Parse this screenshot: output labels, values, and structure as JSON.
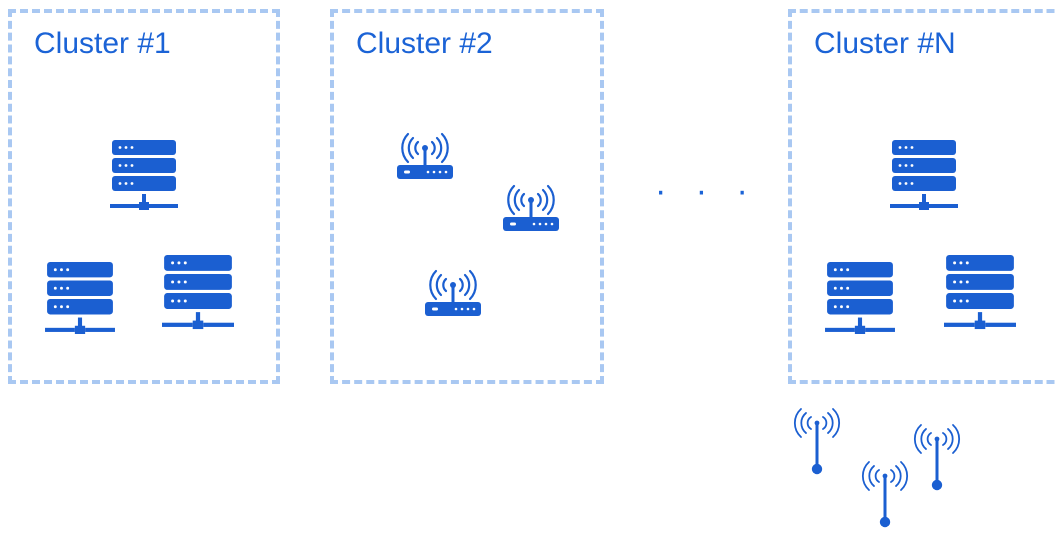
{
  "colors": {
    "icon": "#1b5fd1",
    "border": "#a9c8f2",
    "title": "#1b63d6"
  },
  "clusters": [
    {
      "title": "Cluster #1",
      "device": "server-icon"
    },
    {
      "title": "Cluster #2",
      "device": "router-icon"
    },
    {
      "title": "Cluster #N",
      "device": "server-icon"
    }
  ],
  "separator": "· · ·",
  "outside_devices": "sensor-icon"
}
